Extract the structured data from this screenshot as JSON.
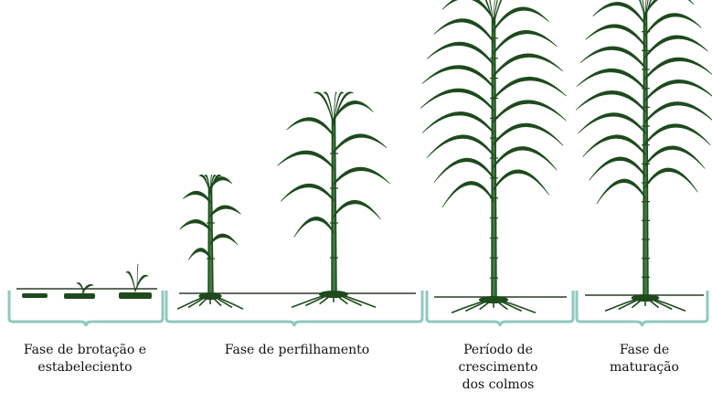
{
  "colors": {
    "plant": "#1e4a1e",
    "plant_light": "#3f7a3f",
    "bracket": "#8fc9bf",
    "ground": "#2b3b2b"
  },
  "stages": [
    {
      "label_lines": [
        "Fase de brotação e",
        "estabeleciento"
      ]
    },
    {
      "label_lines": [
        "Fase de perfilhamento"
      ]
    },
    {
      "label_lines": [
        "Período de",
        "crescimento",
        "dos colmos"
      ]
    },
    {
      "label_lines": [
        "Fase de",
        "maturação"
      ]
    }
  ]
}
